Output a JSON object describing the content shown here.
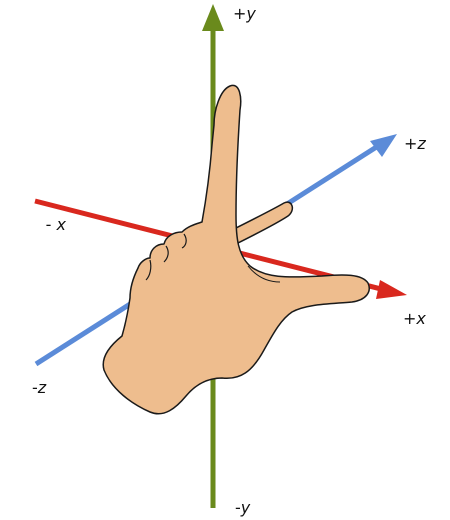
{
  "diagram": {
    "labels": {
      "pos_y": {
        "sign": "+",
        "axis": "y"
      },
      "neg_y": {
        "sign": "-",
        "axis": "y"
      },
      "pos_z": {
        "sign": "+",
        "axis": "z"
      },
      "neg_z": {
        "sign": "-",
        "axis": "z"
      },
      "pos_x": {
        "sign": "+",
        "axis": "x"
      },
      "neg_x": {
        "sign": "- ",
        "axis": "x"
      }
    },
    "colors": {
      "y_axis": "#6a8a1c",
      "x_axis": "#d9281e",
      "z_axis": "#5b8bd8",
      "hand_fill": "#eebd8e",
      "hand_outline": "#1a1a1a"
    },
    "icon": "right-hand-rule-hand"
  }
}
